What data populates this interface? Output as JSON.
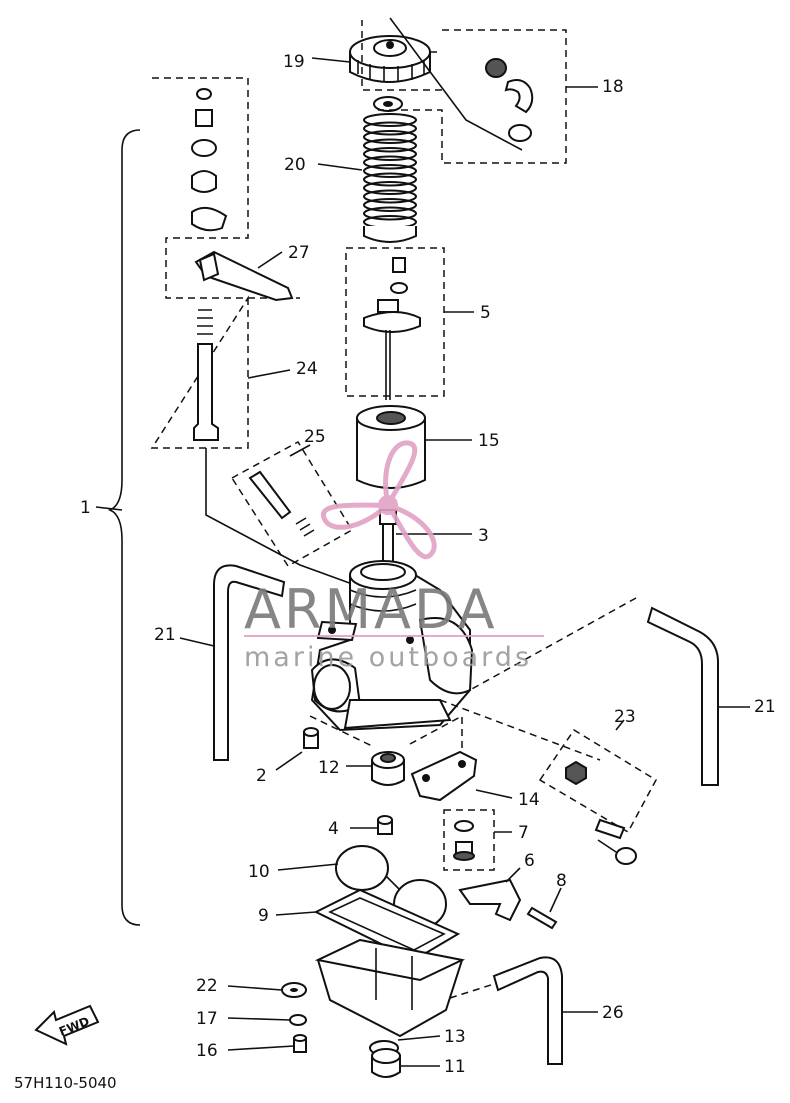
{
  "labels": {
    "p1": "1",
    "p2": "2",
    "p3": "3",
    "p4": "4",
    "p5": "5",
    "p6": "6",
    "p7": "7",
    "p8": "8",
    "p9": "9",
    "p10": "10",
    "p11": "11",
    "p12": "12",
    "p13": "13",
    "p14": "14",
    "p15": "15",
    "p16": "16",
    "p17": "17",
    "p18": "18",
    "p19": "19",
    "p20": "20",
    "p21a": "21",
    "p21b": "21",
    "p22": "22",
    "p23": "23",
    "p24": "24",
    "p25": "25",
    "p26": "26",
    "p27": "27"
  },
  "diagram_code": "57H110-5040",
  "fwd_label": "FWD",
  "watermark": {
    "brand": "ARMADA",
    "tagline": "marine outboards",
    "color": "#e0a2c4"
  }
}
